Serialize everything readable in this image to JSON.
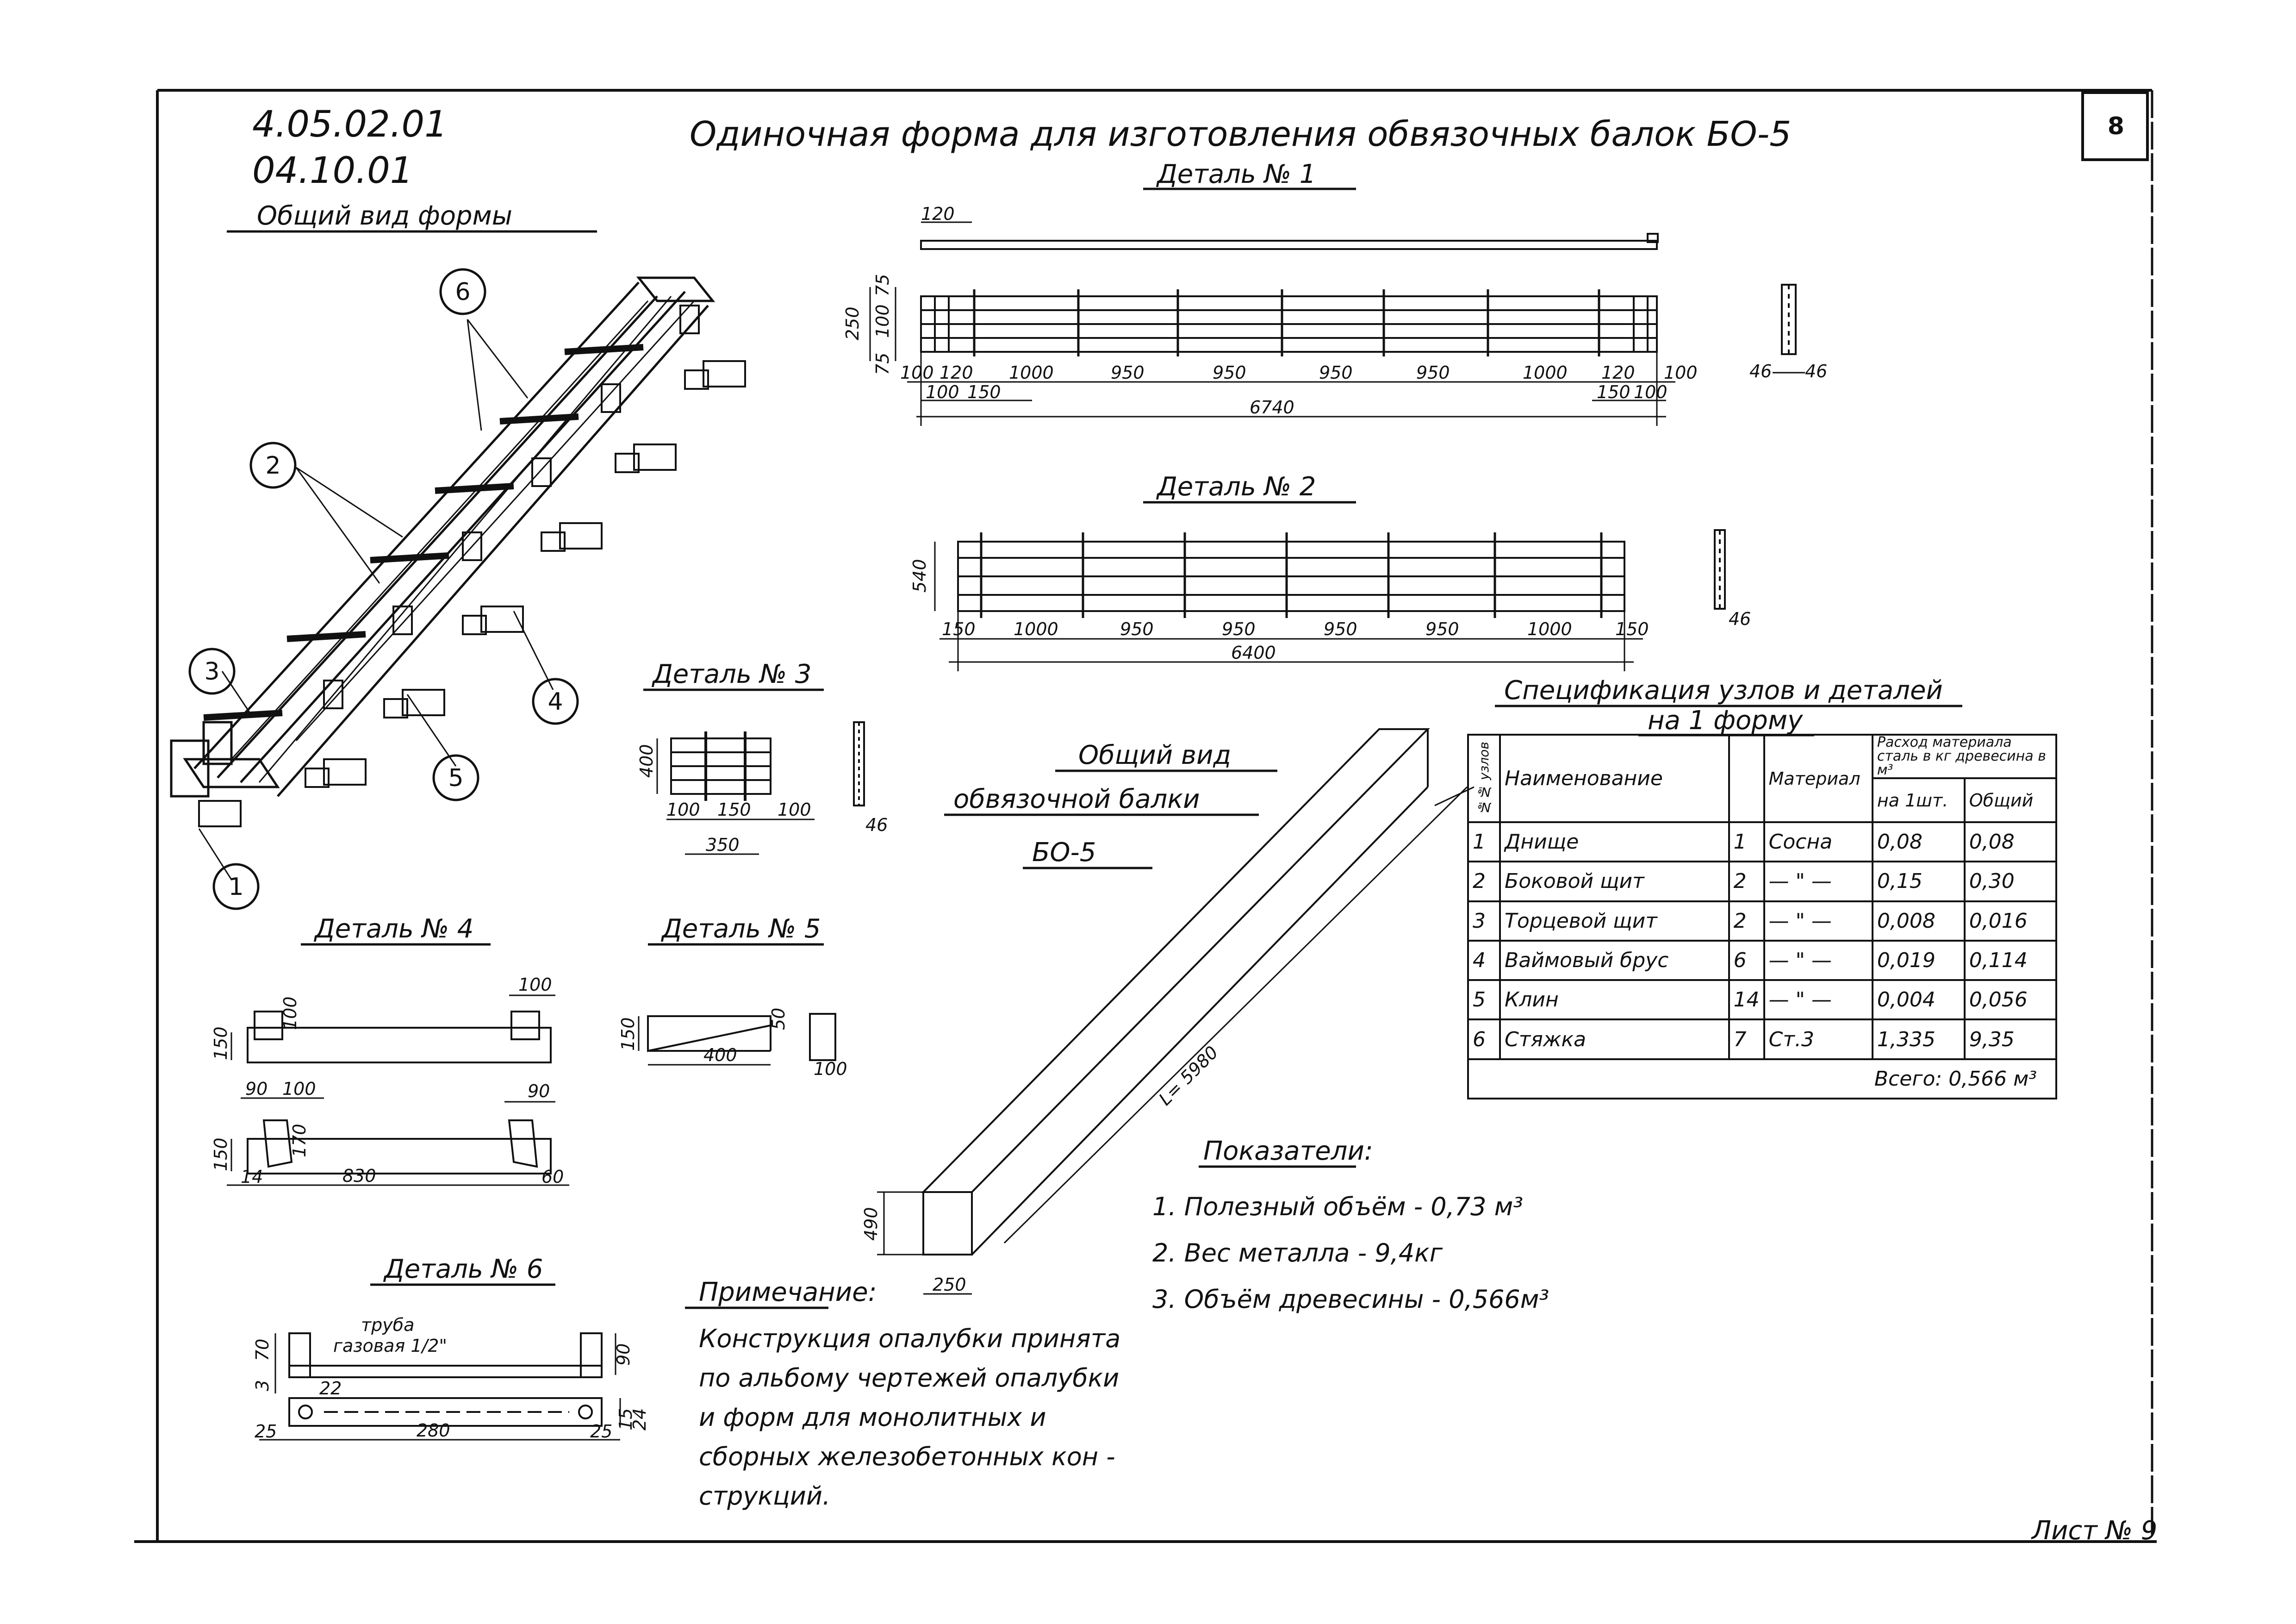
{
  "drawing": {
    "code_line_1": "4.05.02.01",
    "code_line_2": "04.10.01",
    "title": "Одиночная форма для изготовления обвязочных балок БО-5",
    "sheet_number": "8",
    "footer_sheet": "Лист № 9"
  },
  "general_view": {
    "heading": "Общий вид формы",
    "callouts": [
      "1",
      "2",
      "3",
      "4",
      "5",
      "6"
    ]
  },
  "detail1": {
    "heading": "Деталь № 1",
    "dims": {
      "top": "120",
      "h_total": "250",
      "h_top": "75",
      "h_mid": "100",
      "h_bot": "75",
      "spans": [
        "100",
        "120",
        "1000",
        "950",
        "950",
        "950",
        "950",
        "1000",
        "120",
        "100"
      ],
      "sub_left": [
        "100",
        "150"
      ],
      "sub_right": [
        "150",
        "100"
      ],
      "overall": "6740",
      "side_a": "46",
      "side_b": "46"
    }
  },
  "detail2": {
    "heading": "Деталь № 2",
    "dims": {
      "height": "540",
      "spans": [
        "150",
        "1000",
        "950",
        "950",
        "950",
        "950",
        "1000",
        "150"
      ],
      "overall": "6400",
      "side": "46"
    }
  },
  "detail3": {
    "heading": "Деталь № 3",
    "dims": {
      "height": "400",
      "left": "100",
      "mid": "150",
      "right": "100",
      "overall": "350",
      "side": "46"
    }
  },
  "detail4": {
    "heading": "Деталь № 4",
    "dims": {
      "top": "100",
      "h1": "150",
      "sq": "100",
      "a": "90",
      "b": "100",
      "c": "90",
      "h2": "150",
      "inner": "170",
      "e1": "14",
      "overall": "830",
      "e2": "60"
    }
  },
  "detail5": {
    "heading": "Деталь № 5",
    "dims": {
      "h": "150",
      "len": "400",
      "end": "50",
      "w": "100"
    }
  },
  "detail6": {
    "heading": "Деталь № 6",
    "pipe_label_1": "труба",
    "pipe_label_2": "газовая 1/2\"",
    "dims": {
      "h1": "70",
      "h2": "3",
      "top": "90",
      "ofs": "22",
      "left": "25",
      "len": "280",
      "right": "25",
      "s1": "15",
      "s2": "24"
    }
  },
  "beam_view": {
    "heading_1": "Общий вид",
    "heading_2": "обвязочной балки",
    "heading_3": "БО-5",
    "length": "L= 5980",
    "height": "490",
    "width": "250"
  },
  "spec": {
    "title_1": "Спецификация узлов и деталей",
    "title_2": "на 1 форму",
    "col_no": "№№ узлов",
    "col_name": "Наименование",
    "col_material": "Материал",
    "col_consumption": "Расход материала сталь в кг древесина в м³",
    "col_per_unit": "на 1шт.",
    "col_total": "Общий",
    "rows": [
      {
        "no": "1",
        "name": "Днище",
        "qty": "1",
        "material": "Сосна",
        "per_unit": "0,08",
        "total": "0,08"
      },
      {
        "no": "2",
        "name": "Боковой щит",
        "qty": "2",
        "material": "— \" —",
        "per_unit": "0,15",
        "total": "0,30"
      },
      {
        "no": "3",
        "name": "Торцевой щит",
        "qty": "2",
        "material": "— \" —",
        "per_unit": "0,008",
        "total": "0,016"
      },
      {
        "no": "4",
        "name": "Ваймовый брус",
        "qty": "6",
        "material": "— \" —",
        "per_unit": "0,019",
        "total": "0,114"
      },
      {
        "no": "5",
        "name": "Клин",
        "qty": "14",
        "material": "— \" —",
        "per_unit": "0,004",
        "total": "0,056"
      },
      {
        "no": "6",
        "name": "Стяжка",
        "qty": "7",
        "material": "Ст.3",
        "per_unit": "1,335",
        "total": "9,35"
      }
    ],
    "total": "Всего: 0,566 м³"
  },
  "indicators": {
    "heading": "Показатели:",
    "items": [
      "1. Полезный объём - 0,73 м³",
      "2. Вес металла - 9,4кг",
      "3. Объём древесины - 0,566м³"
    ]
  },
  "note": {
    "heading": "Примечание:",
    "lines": [
      "Конструкция опалубки принята",
      "по альбому чертежей опалубки",
      "и форм для монолитных и",
      "сборных железобетонных кон -",
      "струкций."
    ]
  }
}
